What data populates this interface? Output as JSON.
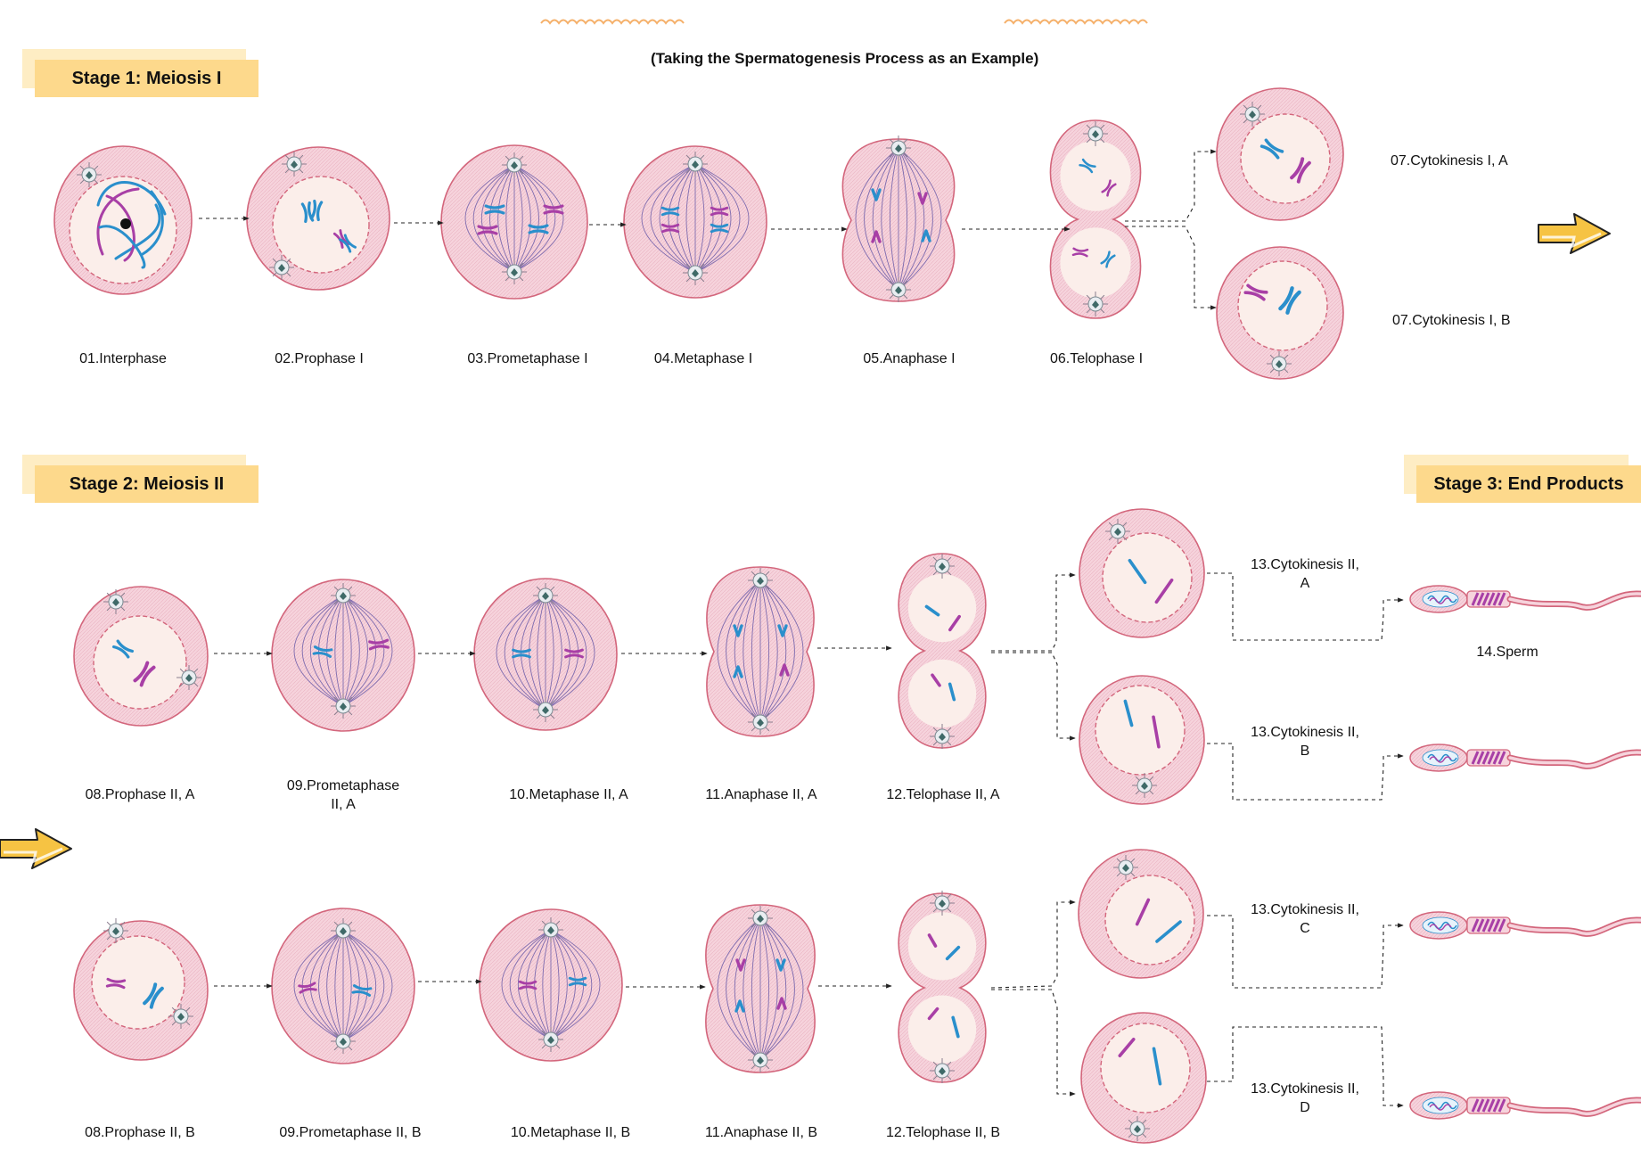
{
  "subtitle": "(Taking the Spermatogenesis Process as an Example)",
  "stages": {
    "meiosis_one": "Stage 1: Meiosis I",
    "meiosis_two": "Stage 2: Meiosis II",
    "end_products": "Stage 3: End Products"
  },
  "labels": {
    "interphase": "01.Interphase",
    "prophase_one": "02.Prophase I",
    "prometaphase_one": "03.Prometaphase I",
    "metaphase_one": "04.Metaphase I",
    "anaphase_one": "05.Anaphase I",
    "telophase_one": "06.Telophase I",
    "cytokinesis_one_a": "07.Cytokinesis I, A",
    "cytokinesis_one_b": "07.Cytokinesis I, B",
    "prophase_two_a": "08.Prophase II, A",
    "prometaphase_two_a_line1": "09.Prometaphase",
    "prometaphase_two_a_line2": "II, A",
    "metaphase_two_a": "10.Metaphase II, A",
    "anaphase_two_a": "11.Anaphase II, A",
    "telophase_two_a": "12.Telophase II, A",
    "cytokinesis_two_a_line1": "13.Cytokinesis II,",
    "cytokinesis_two_a_line2": "A",
    "cytokinesis_two_b_line1": "13.Cytokinesis II,",
    "cytokinesis_two_b_line2": "B",
    "sperm": "14.Sperm",
    "prophase_two_b": "08.Prophase II, B",
    "prometaphase_two_b": "09.Prometaphase II, B",
    "metaphase_two_b": "10.Metaphase II, B",
    "anaphase_two_b": "11.Anaphase II, B",
    "telophase_two_b": "12.Telophase II, B",
    "cytokinesis_two_c_line1": "13.Cytokinesis II,",
    "cytokinesis_two_c_line2": "C",
    "cytokinesis_two_d_line1": "13.Cytokinesis II,",
    "cytokinesis_two_d_line2": "D"
  },
  "colors": {
    "cell_fill": "#f6d3dc",
    "cell_stroke": "#d3667c",
    "nucleus_fill": "#fbeeea",
    "spindle": "#6a5aa8",
    "chromosome_blue": "#2a8fcc",
    "chromosome_magenta": "#a83fa6",
    "stage_box": "#fdd98c",
    "stage_box_shadow": "#fde7b0",
    "arrow_yellow": "#f6c343",
    "wavy_line": "#f5b06a"
  }
}
